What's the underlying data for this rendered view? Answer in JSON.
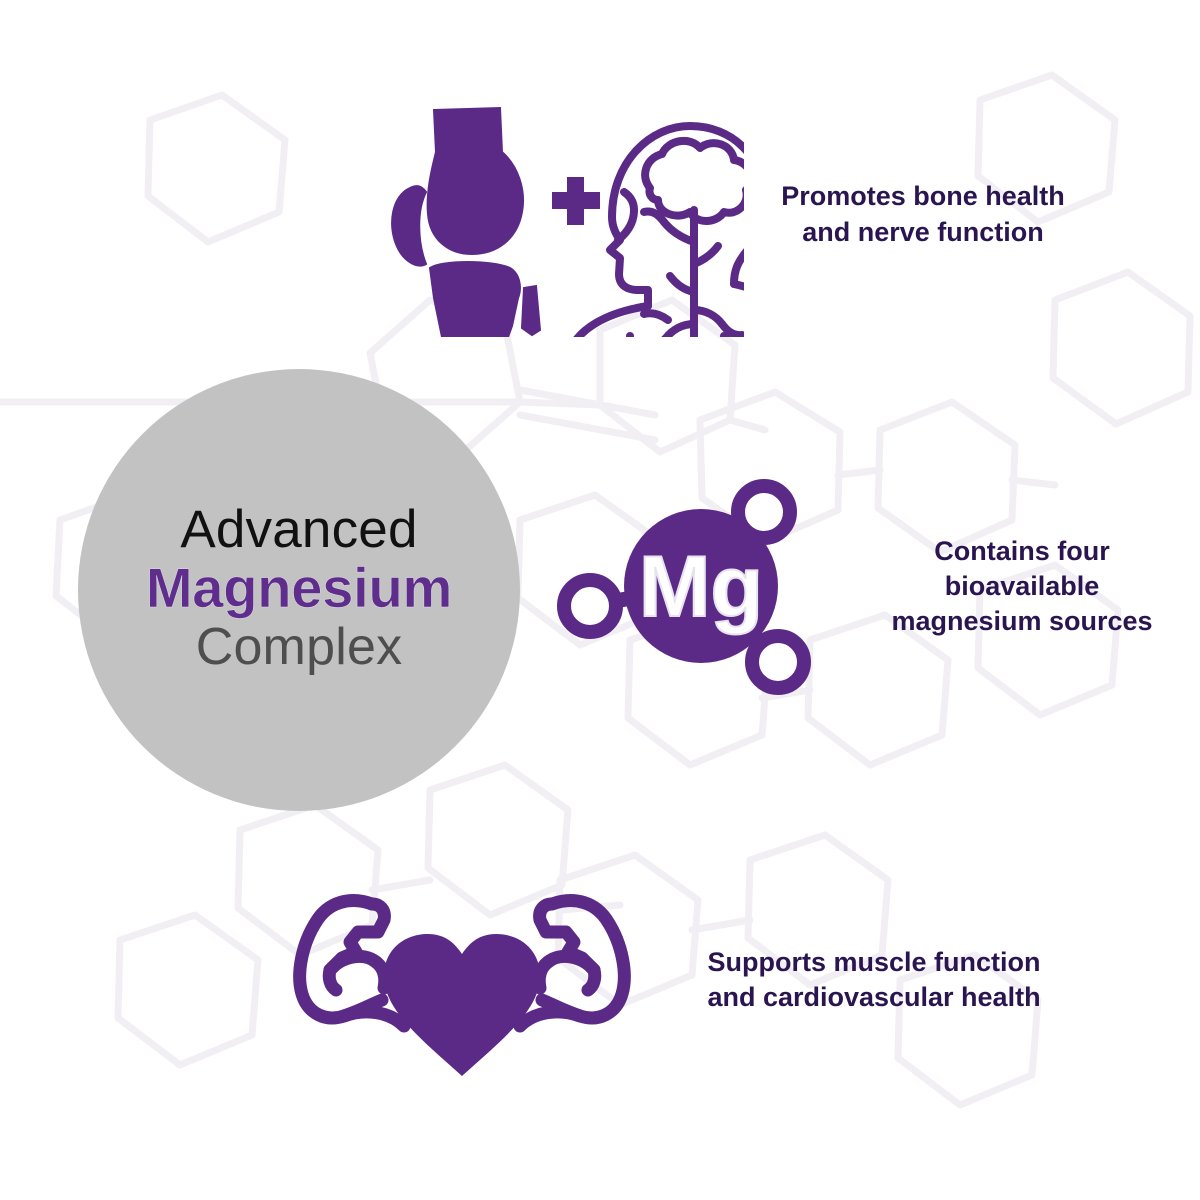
{
  "page": {
    "background_color": "#ffffff",
    "accent_purple": "#5f2d8c",
    "icon_purple": "#5b2a87",
    "text_color": "#2a1550",
    "badge_gray": "#c2c2c2"
  },
  "badge": {
    "line1": "Advanced",
    "line2": "Magnesium",
    "line3": "Complex"
  },
  "benefits": [
    {
      "id": "bone-nerve",
      "icon_names": [
        "knee-joint-icon",
        "plus-icon",
        "brain-nervous-system-icon"
      ],
      "text": "Promotes bone health\nand nerve function"
    },
    {
      "id": "bioavailable-sources",
      "icon_names": [
        "magnesium-molecule-icon"
      ],
      "molecule_label": "Mg",
      "text": "Contains four\nbioavailable\nmagnesium sources"
    },
    {
      "id": "muscle-cardio",
      "icon_names": [
        "flexed-arms-heart-icon"
      ],
      "text": "Supports muscle function\nand cardiovascular health"
    }
  ]
}
